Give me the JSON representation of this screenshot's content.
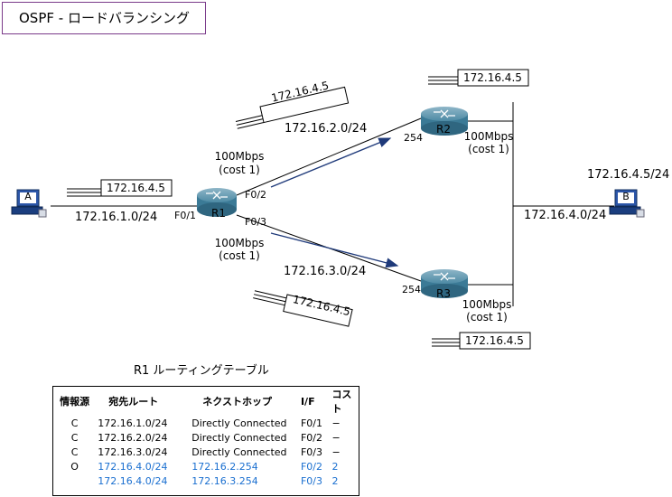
{
  "title": "OSPF - ロードバランシング",
  "hosts": {
    "a_label": "A",
    "b_label": "B"
  },
  "routers": {
    "r1": "R1",
    "r2": "R2",
    "r3": "R3"
  },
  "interfaces": {
    "r1_f01": "F0/1",
    "r1_f02": "F0/2",
    "r1_f03": "F0/3",
    "r2_254": "254",
    "r3_254": "254"
  },
  "networks": {
    "net1": "172.16.1.0/24",
    "net2": "172.16.2.0/24",
    "net3": "172.16.3.0/24",
    "net4": "172.16.4.0/24",
    "host_b": "172.16.4.5/24"
  },
  "links": {
    "bw": "100Mbps",
    "cost": "(cost 1)"
  },
  "packets": {
    "dst": "172.16.4.5"
  },
  "routing_table": {
    "title": "R1 ルーティングテーブル",
    "headers": [
      "情報源",
      "宛先ルート",
      "ネクストホップ",
      "I/F",
      "コスト"
    ],
    "rows": [
      {
        "source": "C",
        "dest": "172.16.1.0/24",
        "next_hop": "Directly Connected",
        "if": "F0/1",
        "cost": "−",
        "highlight": false
      },
      {
        "source": "C",
        "dest": "172.16.2.0/24",
        "next_hop": "Directly Connected",
        "if": "F0/2",
        "cost": "−",
        "highlight": false
      },
      {
        "source": "C",
        "dest": "172.16.3.0/24",
        "next_hop": "Directly Connected",
        "if": "F0/3",
        "cost": "−",
        "highlight": false
      },
      {
        "source": "O",
        "dest": "172.16.4.0/24",
        "next_hop": "172.16.2.254",
        "if": "F0/2",
        "cost": "2",
        "highlight": true
      },
      {
        "source": "",
        "dest": "172.16.4.0/24",
        "next_hop": "172.16.3.254",
        "if": "F0/3",
        "cost": "2",
        "highlight": true
      }
    ]
  },
  "colors": {
    "title_border": "#7a3a8a",
    "arrow": "#1f3a7a",
    "highlight_text": "#1a6fd0",
    "router_body": "#3b7a96"
  }
}
